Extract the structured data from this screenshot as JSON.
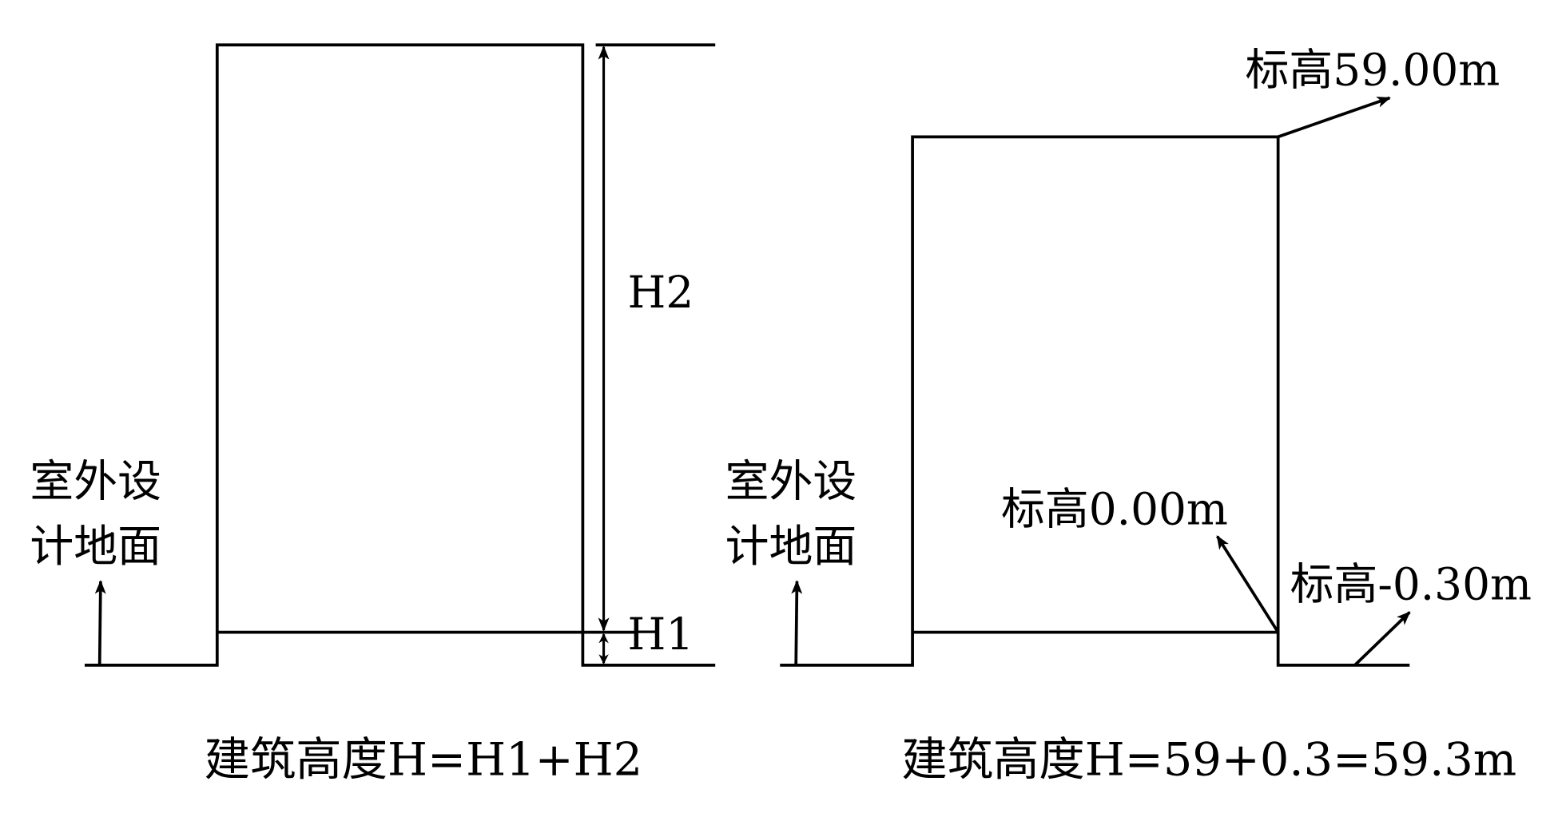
{
  "left_panel": {
    "ground_label_line1": "室外设",
    "ground_label_line2": "计地面",
    "h2_label": "H2",
    "h1_label": "H1",
    "caption": "建筑高度H=H1+H2"
  },
  "right_panel": {
    "ground_label_line1": "室外设",
    "ground_label_line2": "计地面",
    "top_elevation_label": "标高59.00m",
    "floor_elevation_label": "标高0.00m",
    "ground_elevation_label": "标高-0.30m",
    "caption": "建筑高度H=59+0.3=59.3m"
  },
  "colors": {
    "line": "#000000",
    "background": "#ffffff"
  }
}
